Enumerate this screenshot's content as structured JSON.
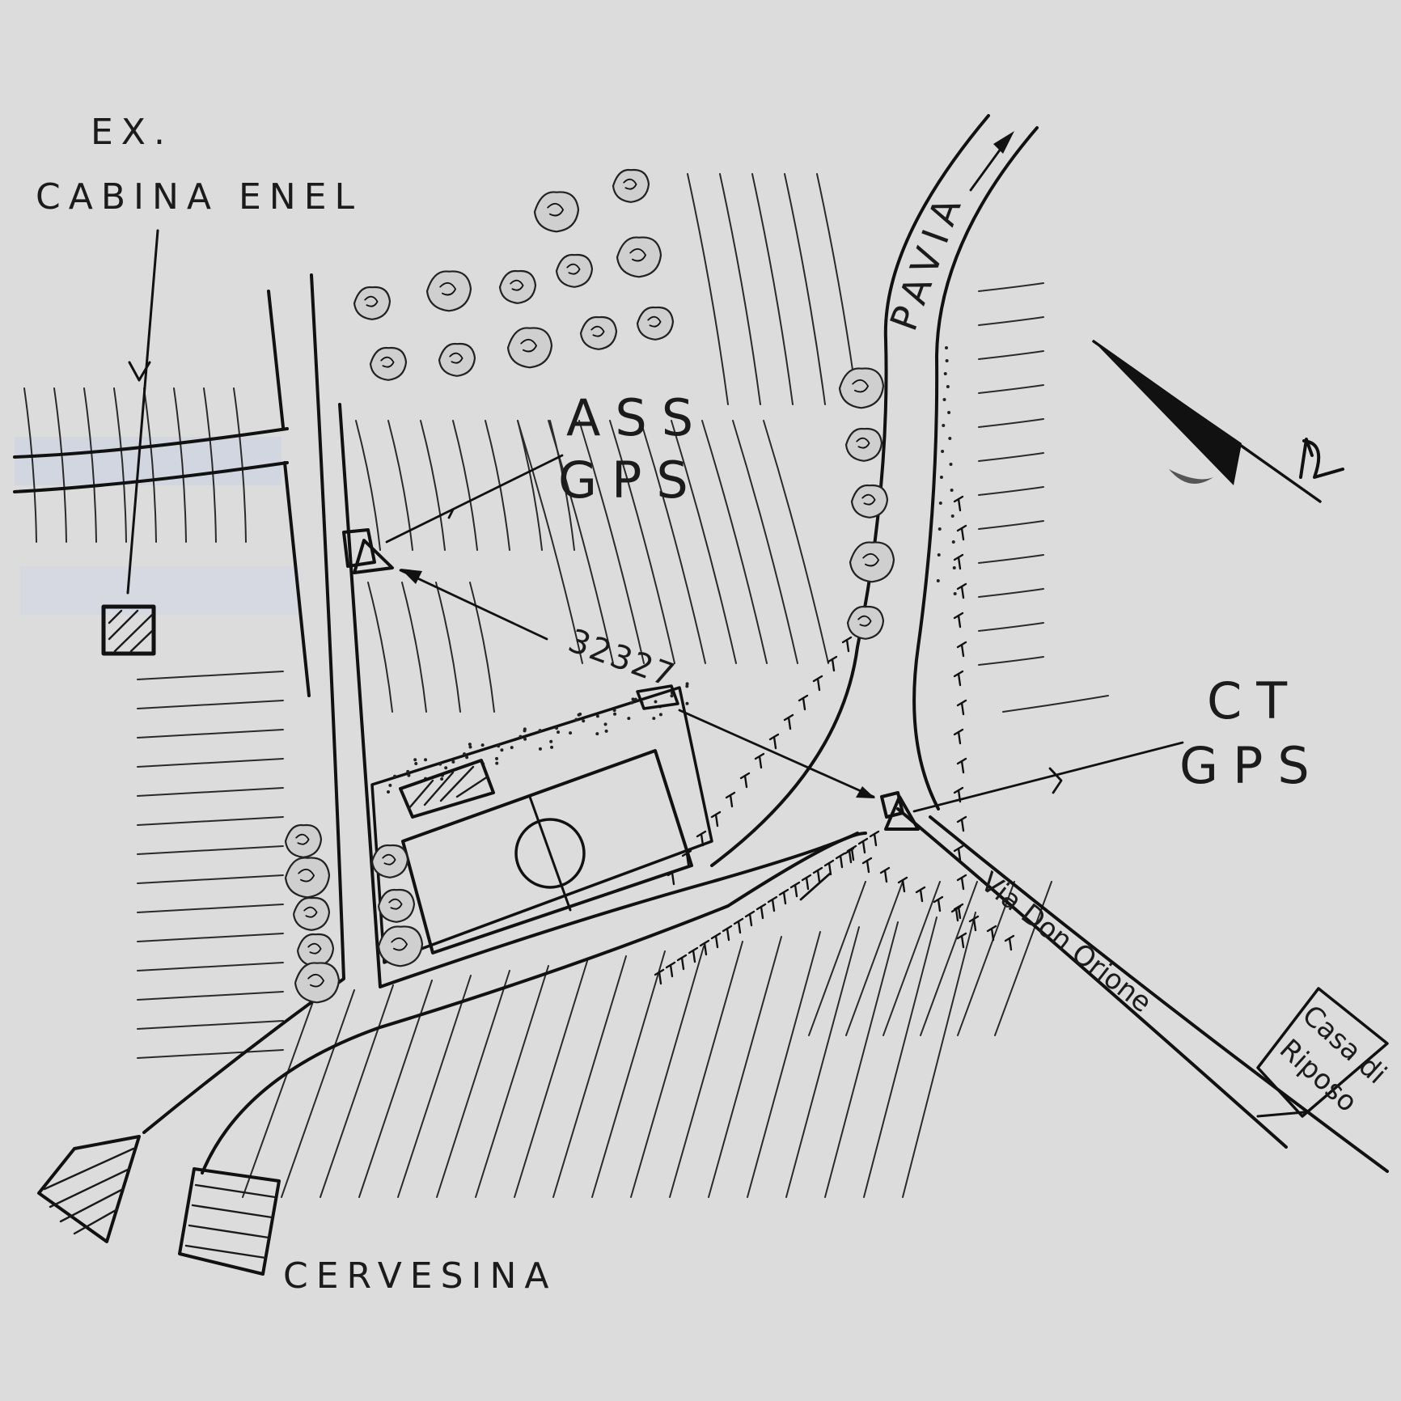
{
  "map": {
    "labels": {
      "ex": "EX.",
      "cabina_enel": "CABINA ENEL",
      "ass": "ASS",
      "ass_gps": "GPS",
      "point_id": "32327",
      "ct": "CT",
      "ct_gps": "GPS",
      "pavia": "PAVIA",
      "via_don_orione": "Via Don Orione",
      "casa_di": "Casa di",
      "riposo": "Riposo",
      "cervesina": "CERVESINA",
      "north": "N"
    },
    "icons": [
      "north-arrow-icon",
      "gps-station-icon",
      "benchmark-icon",
      "building-icon",
      "tree-icon",
      "football-pitch-icon"
    ],
    "colors": {
      "background": "#dcdcdc",
      "ink": "#111111",
      "highlight": "#d2d6e0"
    }
  }
}
